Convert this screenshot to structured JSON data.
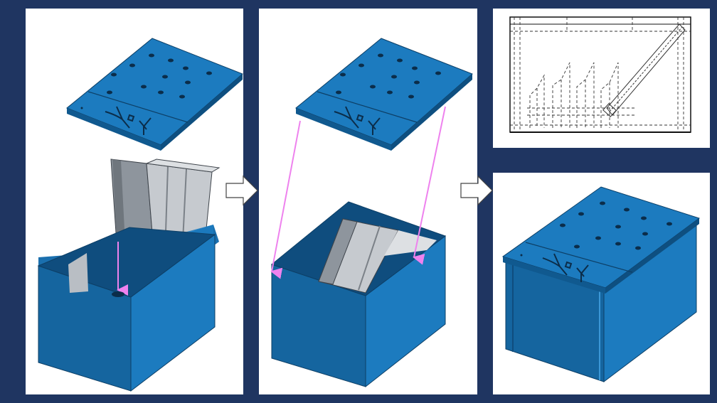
{
  "figure": {
    "steps": [
      "insert-comb-assembly-into-box",
      "close-lid-onto-box",
      "internal-layout-hidden-lines",
      "assembled-box"
    ]
  },
  "colors": {
    "background": "#1f3561",
    "panel": "#ffffff",
    "part_blue": "#1c7bbf",
    "part_blue_dark": "#10598f",
    "part_blue_light": "#3b97d6",
    "comb_grey": "#b9bec4",
    "comb_dark": "#8e959d",
    "guide_arrow": "#ee82ee",
    "outline": "#1a2a3a"
  },
  "icons": {
    "logo": "y-star-y-emblem-icon",
    "step_arrow": "right-arrow-outline-icon"
  }
}
